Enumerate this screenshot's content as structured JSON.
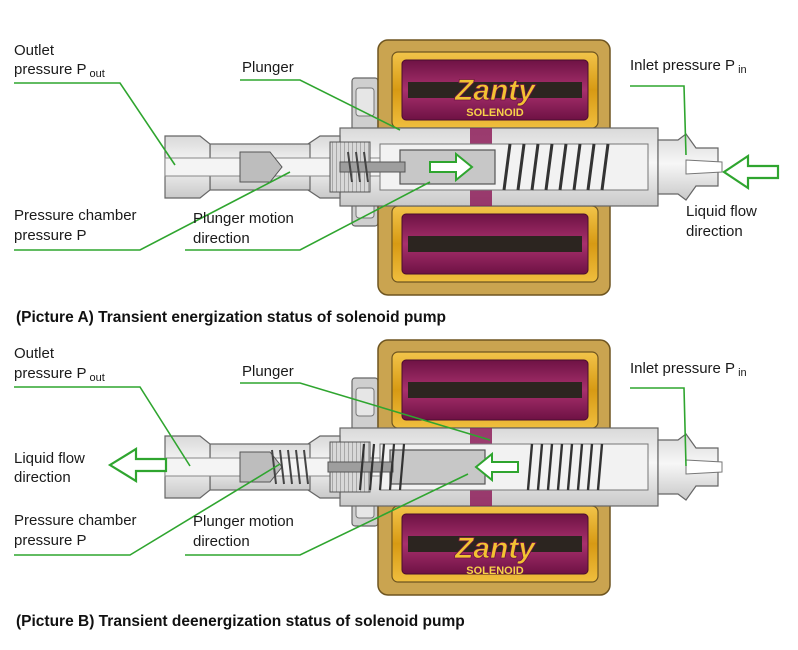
{
  "brand": {
    "name": "Zanty",
    "sub": "SOLENOID"
  },
  "diagram_a": {
    "outlet_label_1": "Outlet",
    "outlet_label_2": "pressure P",
    "outlet_sub": "out",
    "plunger": "Plunger",
    "inlet_label": "Inlet pressure P",
    "inlet_sub": "in",
    "chamber_label_1": "Pressure chamber",
    "chamber_label_2": "pressure P",
    "motion_label_1": "Plunger motion",
    "motion_label_2": "direction",
    "flow_label_1": "Liquid flow",
    "flow_label_2": "direction",
    "caption": "(Picture A) Transient energization status of solenoid pump"
  },
  "diagram_b": {
    "outlet_label_1": "Outlet",
    "outlet_label_2": "pressure P",
    "outlet_sub": "out",
    "plunger": "Plunger",
    "inlet_label": "Inlet pressure P",
    "inlet_sub": "in",
    "flow_label_1": "Liquid flow",
    "flow_label_2": "direction",
    "chamber_label_1": "Pressure chamber",
    "chamber_label_2": "pressure P",
    "motion_label_1": "Plunger motion",
    "motion_label_2": "direction",
    "caption": "(Picture B) Transient deenergization status of solenoid pump"
  },
  "colors": {
    "leader": "#2fa52f",
    "arrow_fill": "#ffffff",
    "arrow_stroke": "#2fa52f",
    "coil_gold": "#e0a51c",
    "coil_magenta": "#8e1f5a",
    "coil_dark": "#3a2a20",
    "metal": "#e4e4e4",
    "metal_dark": "#9a9a9a"
  }
}
